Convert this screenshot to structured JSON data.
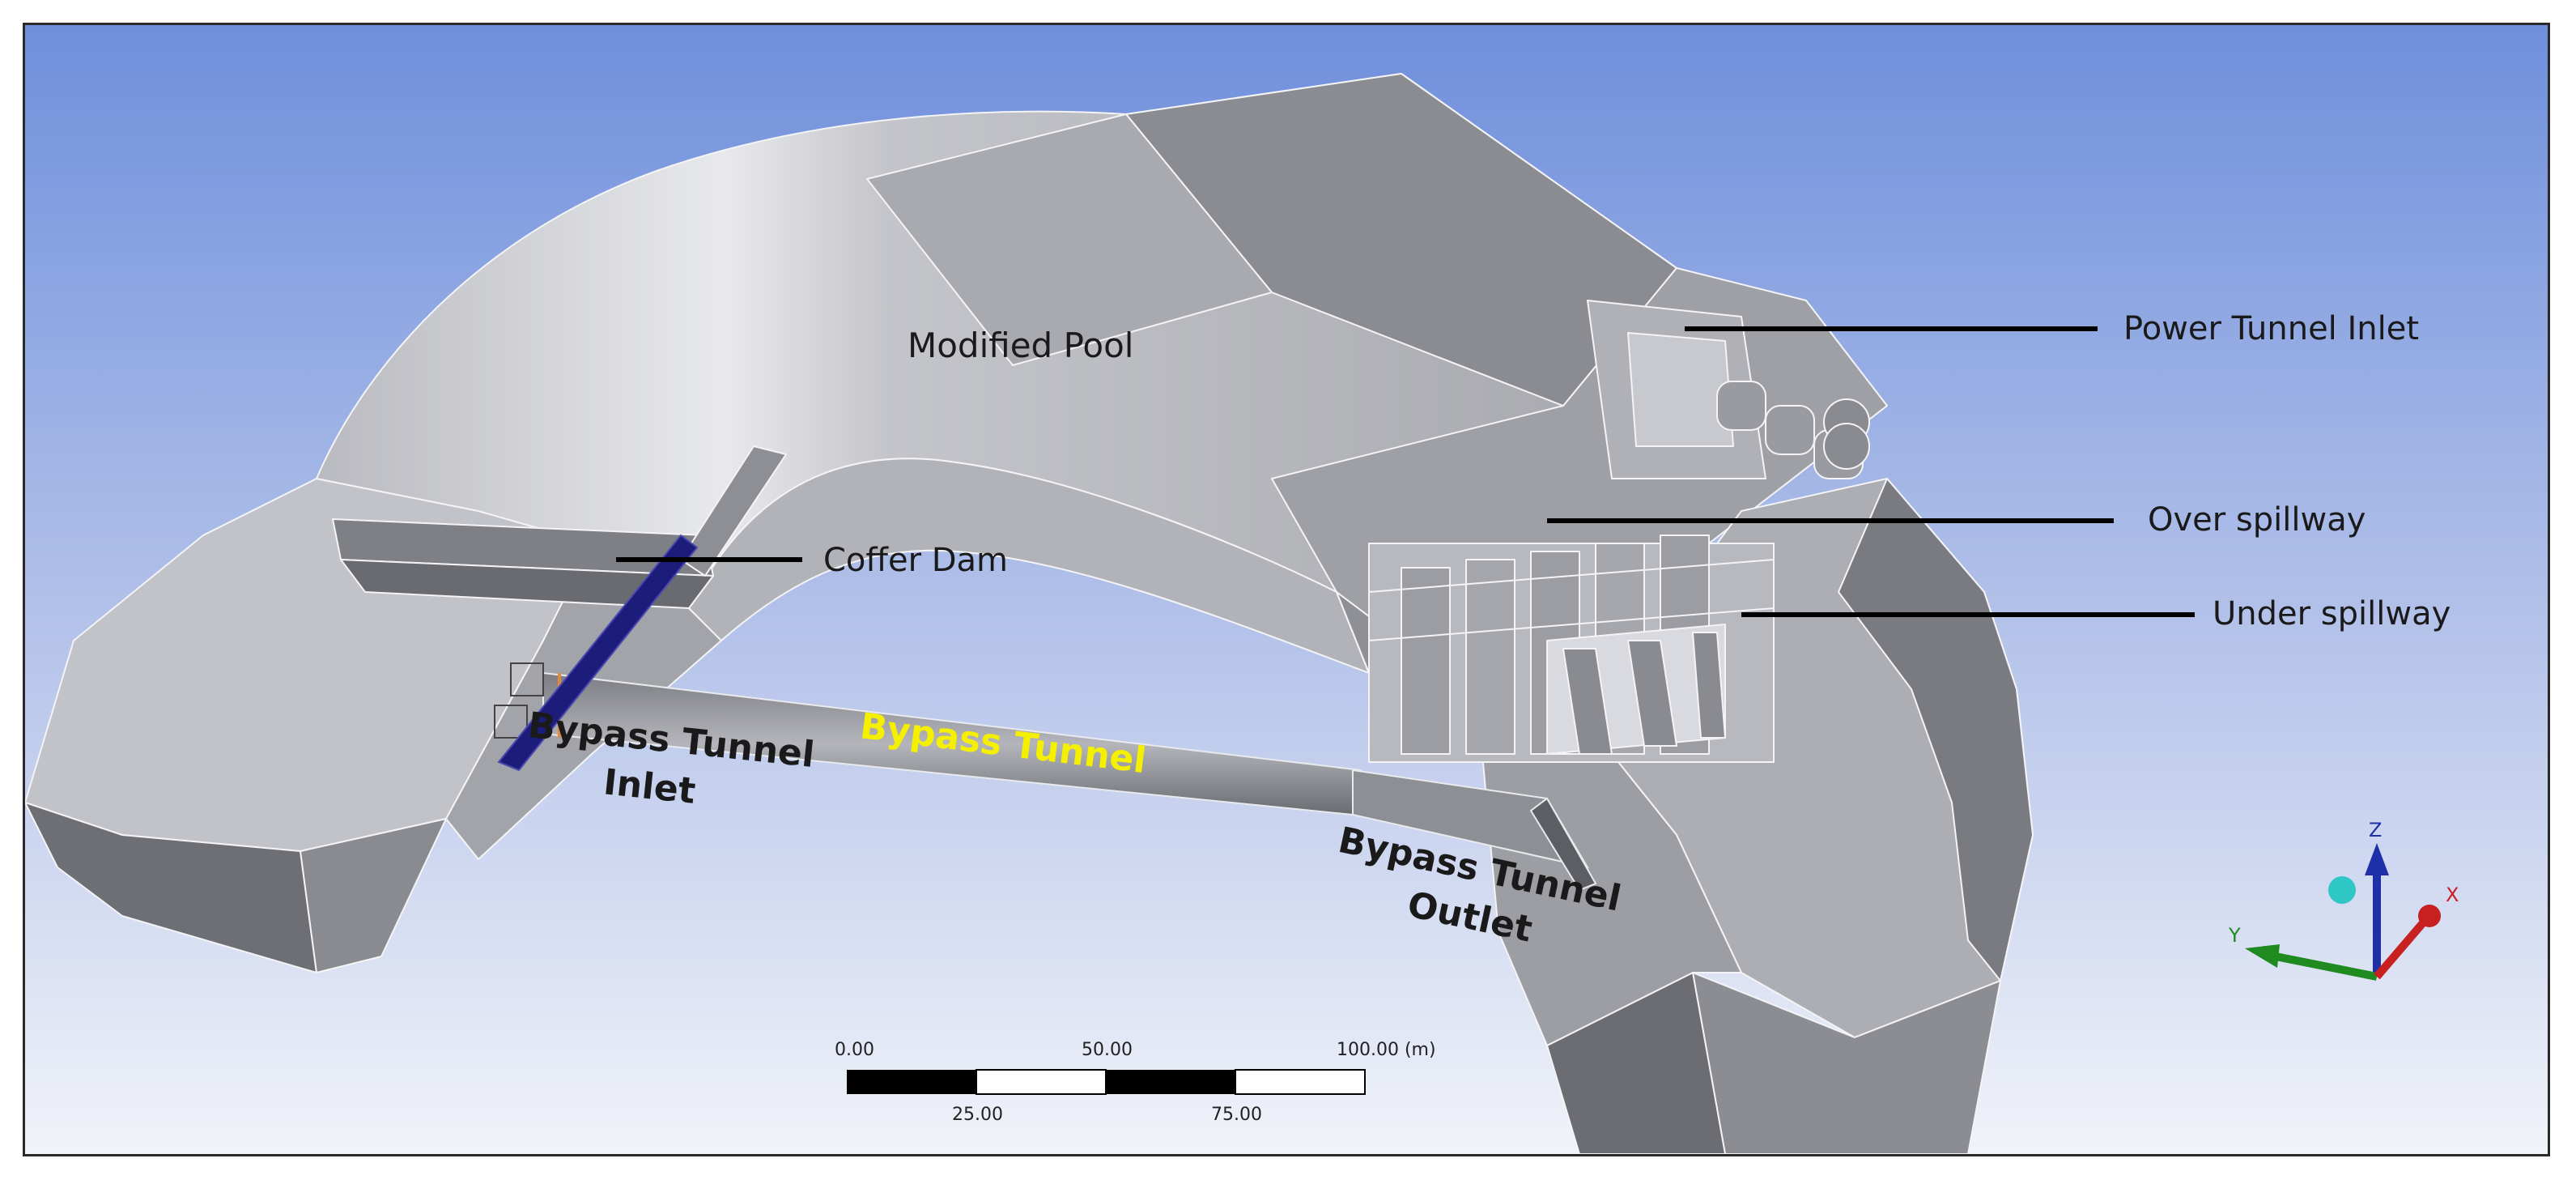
{
  "labels": {
    "modified_pool": "Modified Pool",
    "power_tunnel_inlet": "Power Tunnel Inlet",
    "over_spillway": "Over spillway",
    "under_spillway": "Under spillway",
    "coffer_dam": "Coffer Dam",
    "bypass_tunnel_inlet_l1": "Bypass Tunnel",
    "bypass_tunnel_inlet_l2": "Inlet",
    "bypass_tunnel": "Bypass Tunnel",
    "bypass_tunnel_outlet_l1": "Bypass Tunnel",
    "bypass_tunnel_outlet_l2": "Outlet"
  },
  "scale_bar": {
    "ticks_top": [
      "0.00",
      "50.00",
      "100.00 (m)"
    ],
    "ticks_bottom": [
      "25.00",
      "75.00"
    ]
  },
  "axes": {
    "z": "Z",
    "x": "X",
    "y": "Y"
  },
  "colors": {
    "bg_top": "#6f8fdc",
    "bg_bottom": "#f1f3f9",
    "surface_light": "#c9cacf",
    "surface_mid": "#9b9ca2",
    "surface_dark": "#6f7075",
    "coffer_dam": "#1c1c7a",
    "bypass_tunnel_label": "#f5f000",
    "axis_z": "#1f2fa8",
    "axis_x": "#c82020",
    "axis_y": "#1f8a1f",
    "axis_ball": "#2fc6c6"
  }
}
